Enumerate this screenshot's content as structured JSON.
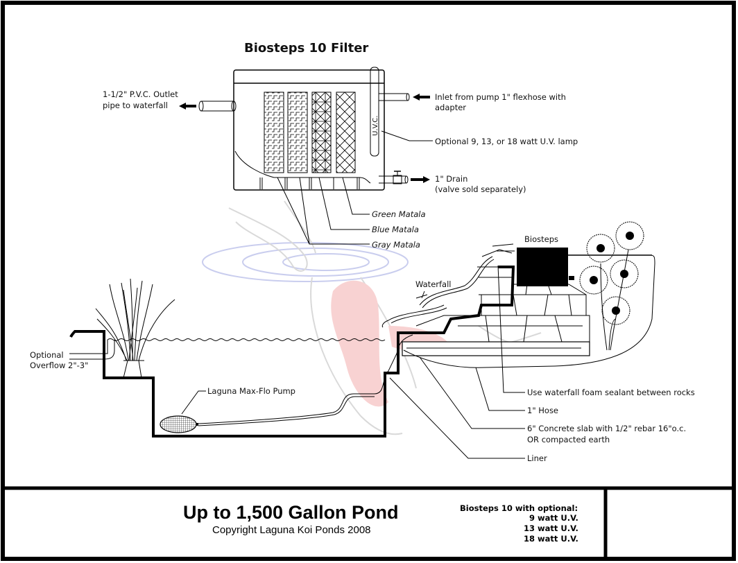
{
  "filter_title": "Biosteps 10 Filter",
  "filter_labels": {
    "outlet_line1": "1-1/2\" P.V.C. Outlet",
    "outlet_line2": "pipe to waterfall",
    "inlet_line1": "Inlet from pump 1\" flexhose with",
    "inlet_line2": "adapter",
    "uv_lamp": "Optional 9, 13, or 18 watt U.V. lamp",
    "uvc_tag": "U.V.C.",
    "drain_line1": "1\" Drain",
    "drain_line2": "(valve sold separately)",
    "green_matala": "Green Matala",
    "blue_matala": "Blue Matala",
    "gray_matala": "Gray Matala"
  },
  "pond_labels": {
    "biosteps": "Biosteps",
    "waterfall": "Waterfall",
    "overflow_line1": "Optional",
    "overflow_line2": "Overflow 2\"-3\"",
    "pump": "Laguna Max-Flo Pump",
    "foam_sealant": "Use waterfall foam sealant between rocks",
    "hose": "1\" Hose",
    "slab_line1": "6\" Concrete slab with 1/2\" rebar 16\"o.c.",
    "slab_line2": "OR compacted earth",
    "liner": "Liner"
  },
  "title_block": {
    "title": "Up to 1,500 Gallon Pond",
    "copyright": "Copyright Laguna Koi Ponds 2008",
    "options_header": "Biosteps 10 with optional:",
    "options": [
      "9 watt U.V.",
      "13 watt U.V.",
      "18 watt U.V."
    ]
  },
  "colors": {
    "line": "#000000",
    "watermark_blue": "#c9cdee",
    "watermark_pink": "#f6cccc",
    "watermark_gray": "#d9d9d9"
  }
}
